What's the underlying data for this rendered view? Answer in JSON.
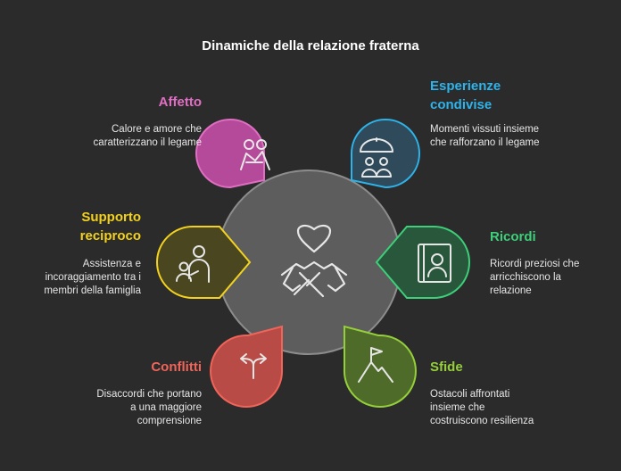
{
  "title": "Dinamiche della relazione fraterna",
  "center": {
    "icon": "heart-handshake-icon"
  },
  "items": [
    {
      "id": "affetto",
      "title": "Affetto",
      "description": [
        "Calore e amore che",
        "caratterizzano il legame"
      ],
      "color": "#e06fc3",
      "fill": "#b54a9a",
      "icon": "hug-icon"
    },
    {
      "id": "esperienze",
      "title": [
        "Esperienze",
        "condivise"
      ],
      "description": [
        "Momenti vissuti insieme",
        "che rafforzano il legame"
      ],
      "color": "#2eb3ea",
      "fill": "#2f4a5a",
      "icon": "umbrella-people-icon"
    },
    {
      "id": "supporto",
      "title": [
        "Supporto",
        "reciproco"
      ],
      "description": [
        "Assistenza e",
        "incoraggiamento tra i",
        "membri della famiglia"
      ],
      "color": "#f2d21e",
      "fill": "#4a4620",
      "icon": "support-people-icon"
    },
    {
      "id": "ricordi",
      "title": "Ricordi",
      "description": [
        "Ricordi preziosi che",
        "arricchiscono la",
        "relazione"
      ],
      "color": "#3dcf7a",
      "fill": "#29573b",
      "icon": "photo-album-icon"
    },
    {
      "id": "conflitti",
      "title": "Conflitti",
      "description": [
        "Disaccordi che portano",
        "a una maggiore",
        "comprensione"
      ],
      "color": "#f0645a",
      "fill": "#b84b45",
      "icon": "diverging-arrows-icon"
    },
    {
      "id": "sfide",
      "title": "Sfide",
      "description": [
        "Ostacoli affrontati",
        "insieme che",
        "costruiscono resilienza"
      ],
      "color": "#95cf3a",
      "fill": "#4f6b2a",
      "icon": "mountain-flag-icon"
    }
  ]
}
